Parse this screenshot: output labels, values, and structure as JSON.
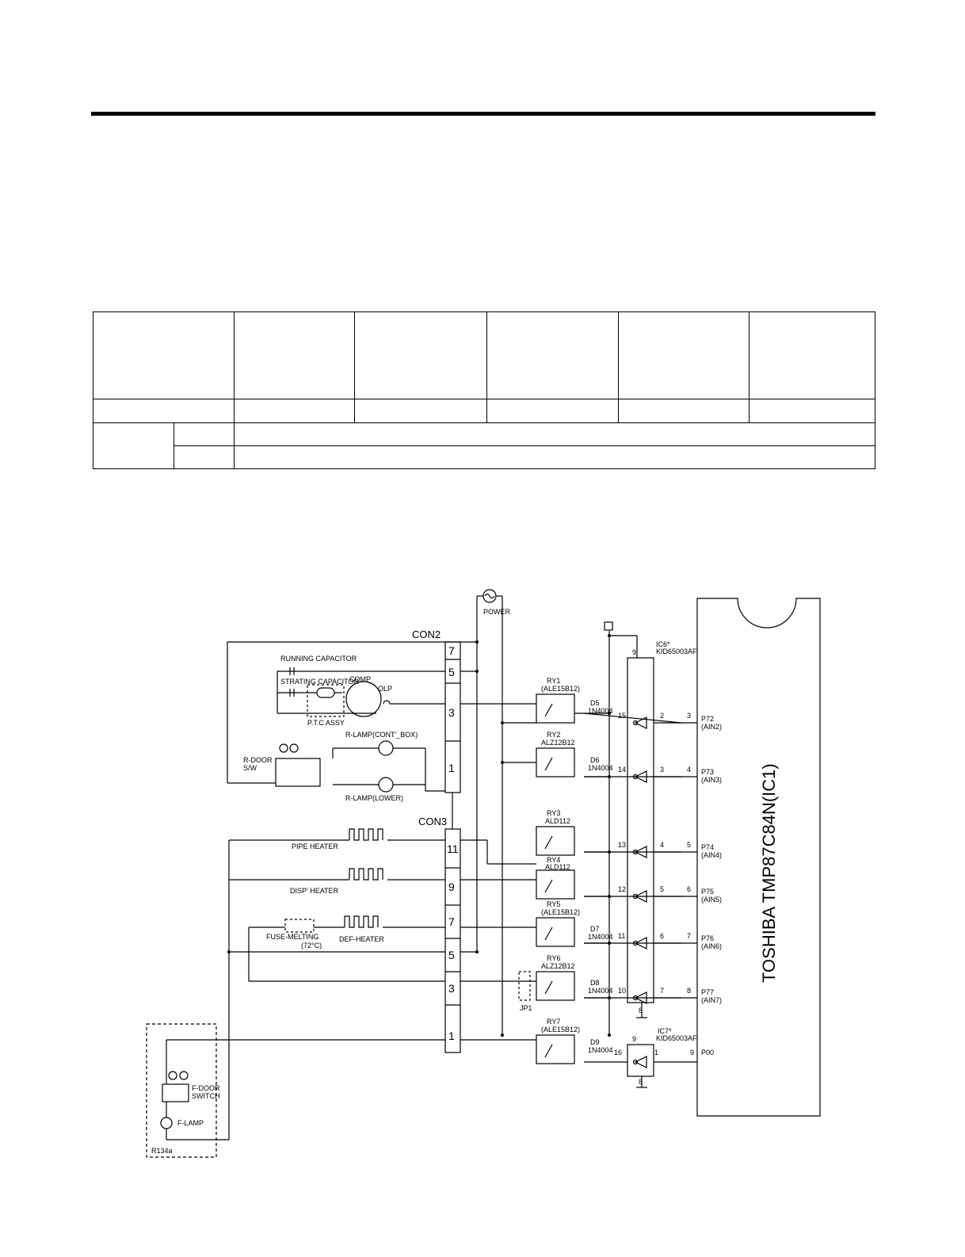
{
  "header_rule": {},
  "spec_table": {
    "header_cells": [
      "",
      "",
      "",
      "",
      "",
      ""
    ],
    "row1_cells": [
      "",
      "",
      "",
      "",
      "",
      ""
    ],
    "row2": {
      "group": "",
      "sub": "",
      "value": ""
    },
    "row3": {
      "sub": "",
      "value": ""
    }
  },
  "schematic": {
    "con2": {
      "label": "CON2",
      "pins": [
        "7",
        "5",
        "3",
        "1"
      ]
    },
    "con3": {
      "label": "CON3",
      "pins": [
        "11",
        "9",
        "7",
        "5",
        "3",
        "1"
      ]
    },
    "power": "POWER",
    "running_capacitor": "RUNNING CAPACITOR",
    "strating_capacitor": "STRATING CAPACITOR",
    "comp": "COMP",
    "olp": "OLP",
    "ptc_assy": "P.T.C   ASSY",
    "r_lamp_cont_box": "R-LAMP(CONT'_BOX)",
    "r_lamp_lower": "R-LAMP(LOWER)",
    "r_door_sw": [
      "R-DOOR",
      "S/W"
    ],
    "pipe_heater": "PIPE HEATER",
    "disp_heater": "DISP' HEATER",
    "fuse_melting": [
      "FUSE-MELTING",
      "(72°C)"
    ],
    "def_heater": "DEF-HEATER",
    "f_door_switch": [
      "F-DOOR",
      "SWITCH"
    ],
    "f_lamp": "F-LAMP",
    "r134a": "R134a",
    "jp1": "JP1",
    "relays": [
      {
        "name": "RY1",
        "part": "(ALE15B12)",
        "diode": "D5",
        "diode_part": "1N4004",
        "in_pin": "15",
        "drv_pin": "2",
        "mcu_pin": "3",
        "port": "P72",
        "port_sub": "(AIN2)"
      },
      {
        "name": "RY2",
        "part": "ALZ12B12",
        "diode": "D6",
        "diode_part": "1N4004",
        "in_pin": "14",
        "drv_pin": "3",
        "mcu_pin": "4",
        "port": "P73",
        "port_sub": "(AIN3)"
      },
      {
        "name": "RY3",
        "part": "ALD112",
        "diode": "",
        "diode_part": "",
        "in_pin": "13",
        "drv_pin": "4",
        "mcu_pin": "5",
        "port": "P74",
        "port_sub": "(AIN4)"
      },
      {
        "name": "RY4",
        "part": "ALD112",
        "diode": "",
        "diode_part": "",
        "in_pin": "12",
        "drv_pin": "5",
        "mcu_pin": "6",
        "port": "P75",
        "port_sub": "(AIN5)"
      },
      {
        "name": "RY5",
        "part": "(ALE15B12)",
        "diode": "D7",
        "diode_part": "1N4004",
        "in_pin": "11",
        "drv_pin": "6",
        "mcu_pin": "7",
        "port": "P76",
        "port_sub": "(AIN6)"
      },
      {
        "name": "RY6",
        "part": "ALZ12B12",
        "diode": "D8",
        "diode_part": "1N4004",
        "in_pin": "10",
        "drv_pin": "7",
        "mcu_pin": "8",
        "port": "P77",
        "port_sub": "(AIN7)"
      },
      {
        "name": "RY7",
        "part": "(ALE15B12)",
        "diode": "D9",
        "diode_part": "1N4004",
        "in_pin": "16",
        "drv_pin": "1",
        "mcu_pin": "9",
        "port": "P00",
        "port_sub": ""
      }
    ],
    "ic6": {
      "name": "IC6*",
      "part": "KID65003AF",
      "pin_top": "9",
      "pin_bottom": "8"
    },
    "ic7": {
      "name": "IC7*",
      "part": "KID65003AF",
      "pin_top": "9",
      "pin_bottom": "8"
    },
    "mcu": "TOSHIBA TMP87C84N(IC1)"
  }
}
